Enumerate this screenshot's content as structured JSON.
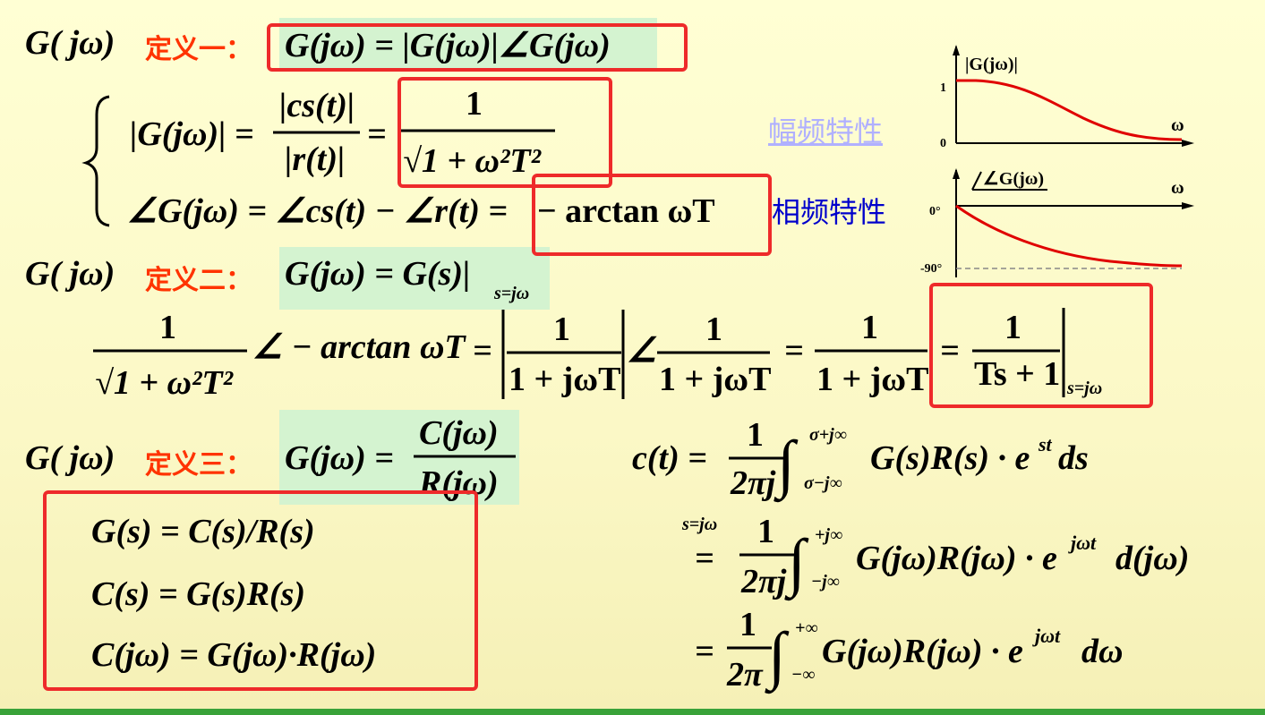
{
  "definitions": {
    "def1_lhs": "G( jω)",
    "def1_label": "定义一：",
    "def1_eq": "G(jω) = |G(jω)|∠G(jω)",
    "def2_lhs": "G( jω)",
    "def2_label": "定义二：",
    "def2_eq": "G(jω) = G(s)|",
    "def2_sub": "s=jω",
    "def3_lhs": "G( jω)",
    "def3_label": "定义三：",
    "def3_eq_lhs": "G(jω) =",
    "def3_num": "C(jω)",
    "def3_den": "R(jω)"
  },
  "magnitude_block": {
    "lhs": "|G(jω)| =",
    "frac1_num": "|cs(t)|",
    "frac1_den": "|r(t)|",
    "eq": "=",
    "frac2_num": "1",
    "frac2_den": "√1 + ω²T²"
  },
  "phase_block": {
    "eq": "∠G(jω) = ∠cs(t) − ∠r(t) =",
    "result": "− arctan ωT"
  },
  "labels": {
    "amp_freq": "幅频特性",
    "phase_freq": "相频特性"
  },
  "plots": {
    "mag_title": "|G(jω)|",
    "mag_ytick_top": "1",
    "mag_ytick_bottom": "0",
    "mag_xaxis": "ω",
    "phase_title": "∠G(jω)",
    "phase_ytick_top": "0°",
    "phase_ytick_bottom": "-90°",
    "phase_xaxis": "ω"
  },
  "row2": {
    "t1_num": "1",
    "t1_den": "√1 + ω²T²",
    "t1_angle": "∠ − arctan ωT",
    "eq1": "=",
    "t2_num": "1",
    "t2_den": "1 + jωT",
    "t2_angle": "∠",
    "t3_num": "1",
    "t3_den": "1 + jωT",
    "eq2": "=",
    "t4_num": "1",
    "t4_den": "1 + jωT",
    "eq3": "=",
    "t5_num": "1",
    "t5_den": "Ts + 1",
    "t5_sub": "s=jω"
  },
  "boxed_eqs": [
    "G(s) = C(s)/R(s)",
    "C(s) = G(s)R(s)",
    "C(jω) = G(jω)·R(jω)"
  ],
  "integrals": {
    "l1_lhs": "c(t) =",
    "l1_frac_num": "1",
    "l1_frac_den": "2πj",
    "l1_upper": "σ+j∞",
    "l1_lower": "σ−j∞",
    "l1_body": "G(s)R(s) · e",
    "l1_exp": "st",
    "l1_end": "ds",
    "l2_over": "s=jω",
    "l2_eq": "=",
    "l2_frac_num": "1",
    "l2_frac_den": "2πj",
    "l2_upper": "+j∞",
    "l2_lower": "−j∞",
    "l2_body": "G(jω)R(jω) · e",
    "l2_exp": "jωt",
    "l2_end": "d(jω)",
    "l3_eq": "=",
    "l3_frac_num": "1",
    "l3_frac_den": "2π",
    "l3_upper": "+∞",
    "l3_lower": "−∞",
    "l3_body": "G(jω)R(jω) · e",
    "l3_exp": "jωt",
    "l3_end": "dω"
  },
  "colors": {
    "label_red": "#ff3300",
    "box_red": "#ee2a2a",
    "eq_bg": "#d4f3d0",
    "amp_label": "#b0b0ff",
    "phase_label": "#0000cc",
    "curve": "#e00000"
  }
}
